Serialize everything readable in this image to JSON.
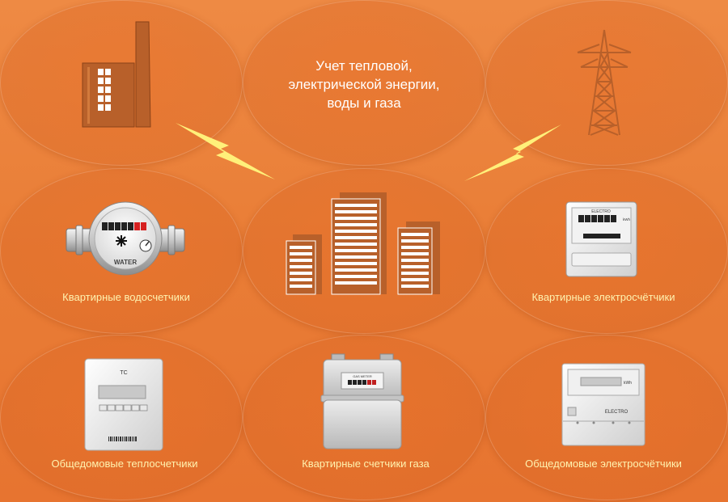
{
  "title_lines": [
    "Учет тепловой,",
    "электрической энергии,",
    "воды и газа"
  ],
  "captions": {
    "water": "Квартирные водосчетчики",
    "electro_apt": "Квартирные электросчётчики",
    "heat": "Общедомовые теплосчетчики",
    "gas": "Квартирные счетчики газа",
    "electro_house": "Общедомовые электросчётчики"
  },
  "device_labels": {
    "water": "WATER",
    "electro_apt": "ELECTRO",
    "electro_apt_unit": "kWh",
    "heat": "TC",
    "gas": "GAS METER",
    "electro_house": "ELECTRO",
    "electro_house_unit": "kWh"
  },
  "colors": {
    "background": "#ec8640",
    "caption": "#fff3b0",
    "building": "#b8602a",
    "lightning": "#fff07a"
  },
  "icons": [
    "factory-icon",
    "power-tower-icon",
    "buildings-icon",
    "lightning-icon",
    "water-meter-icon",
    "electricity-meter-icon",
    "heat-meter-icon",
    "gas-meter-icon"
  ]
}
